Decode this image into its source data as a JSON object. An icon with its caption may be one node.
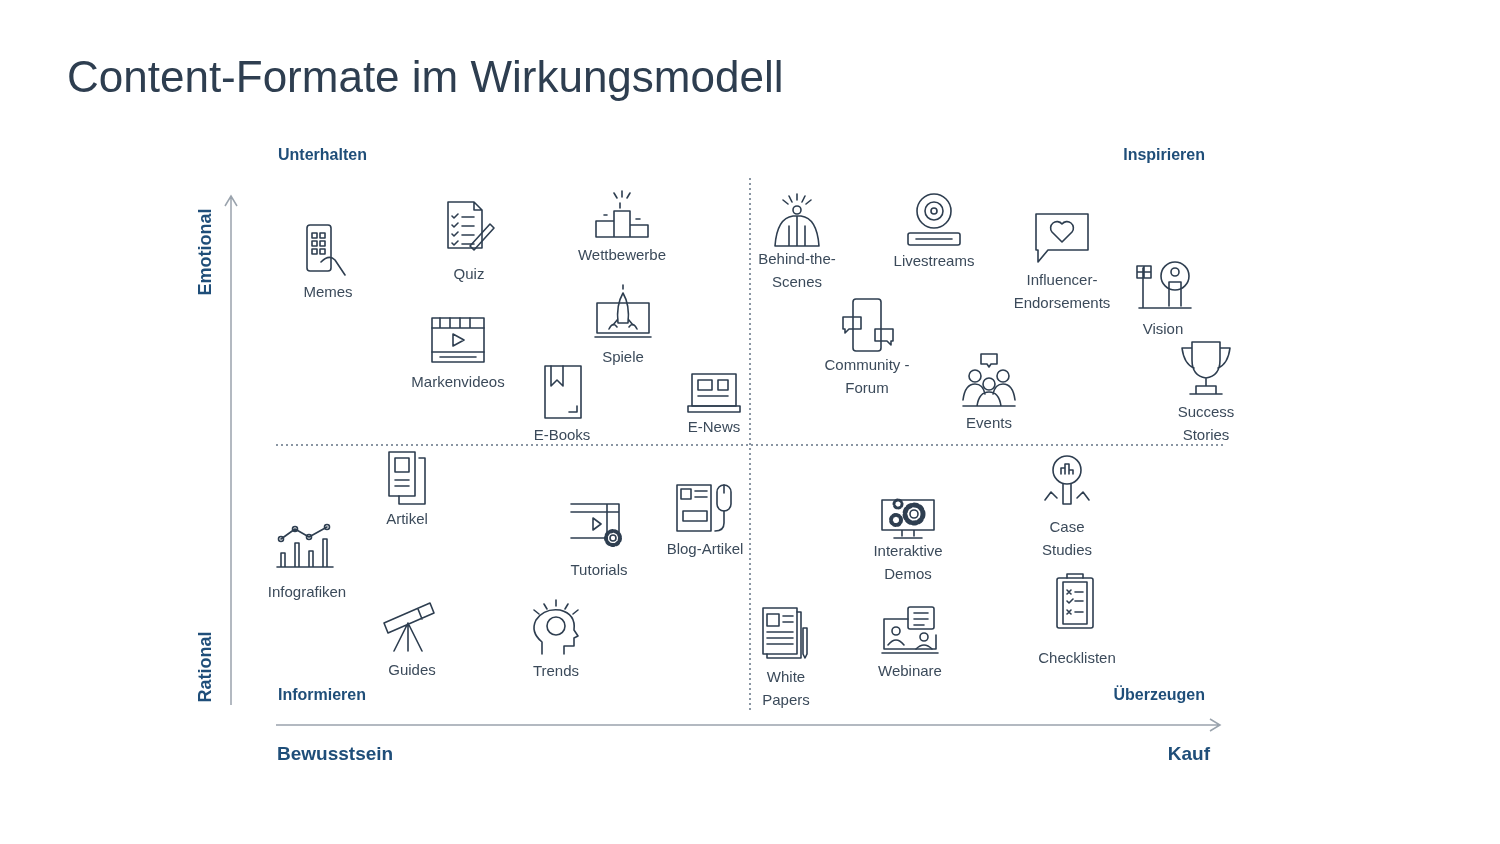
{
  "diagram": {
    "title": "Content-Formate im Wirkungsmodell",
    "labels": [
      "Unterhalten",
      "Inspirieren",
      "Wettbewerbe",
      "Behind-the-Scenes",
      "Livestreams",
      "Quiz",
      "Memes",
      "Emotional",
      "Influencer-Endorsements",
      "Vision",
      "Markenvideos",
      "Spiele",
      "Community -Forum",
      "Success Stories",
      "Events",
      "E-News",
      "E-Books",
      "Artikel",
      "Case Studies",
      "Tutorials",
      "Blog-Artikel",
      "Interaktive Demos",
      "Infografiken",
      "Checklisten",
      "Guides",
      "Trends",
      "Webinare",
      "White Papers",
      "Rational",
      "Informieren",
      "Überzeugen",
      "Bewusstsein",
      "Kauf"
    ]
  }
}
